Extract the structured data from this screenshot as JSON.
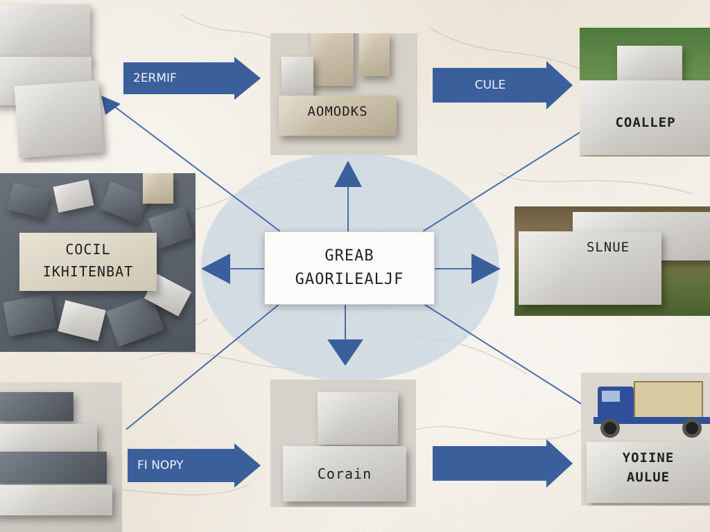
{
  "center": {
    "line1": "GREAB",
    "line2": "GAORILEALJF"
  },
  "stages": {
    "top_middle": "AOMODKS",
    "top_right": "COALLEP",
    "left_middle_line1": "COCIL",
    "left_middle_line2": "IKHITENBAT",
    "right_middle": "SLNUE",
    "bottom_middle": "Corain",
    "bottom_right_line1": "YOIINE",
    "bottom_right_line2": "AULUE"
  },
  "arrows": {
    "top_left": "2ERMIF",
    "top_right": "CULE",
    "bottom_left": "FI NOPY"
  },
  "colors": {
    "arrow_blue": "#3b5f9b",
    "line_blue": "#4a6cab",
    "hub": "#c9d6e2"
  }
}
